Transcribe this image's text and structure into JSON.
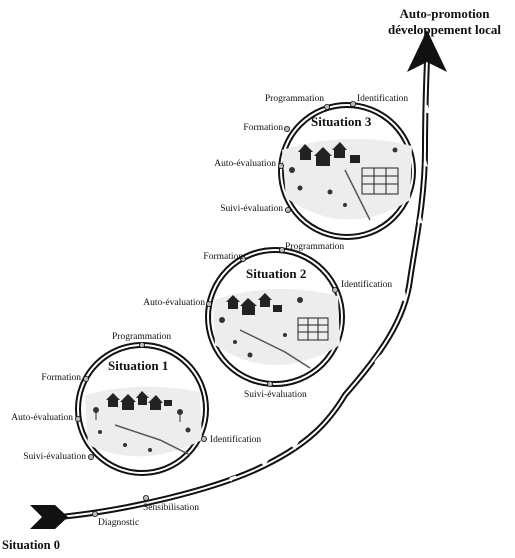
{
  "goal": {
    "line1": "Auto-promotion",
    "line2": "développement local"
  },
  "start": {
    "label": "Situation 0"
  },
  "situations": [
    {
      "title": "Situation 1",
      "labels": {
        "programmation": "Programmation",
        "formation": "Formation",
        "auto_evaluation": "Auto-évaluation",
        "suivi_evaluation": "Suivi-évaluation",
        "identification": "Identification",
        "sensibilisation": "Sensibilisation",
        "diagnostic": "Diagnostic"
      }
    },
    {
      "title": "Situation 2",
      "labels": {
        "formation": "Formation",
        "programmation": "Programmation",
        "identification": "Identification",
        "auto_evaluation": "Auto-évaluation",
        "suivi_evaluation": "Suivi-évaluation"
      }
    },
    {
      "title": "Situation 3",
      "labels": {
        "programmation": "Programmation",
        "identification": "Identification",
        "formation": "Formation",
        "auto_evaluation": "Auto-évaluation",
        "suivi_evaluation": "Suivi-évaluation"
      }
    }
  ],
  "colors": {
    "ink": "#111111",
    "paper": "#ffffff",
    "ground": "#e9e9e9"
  }
}
